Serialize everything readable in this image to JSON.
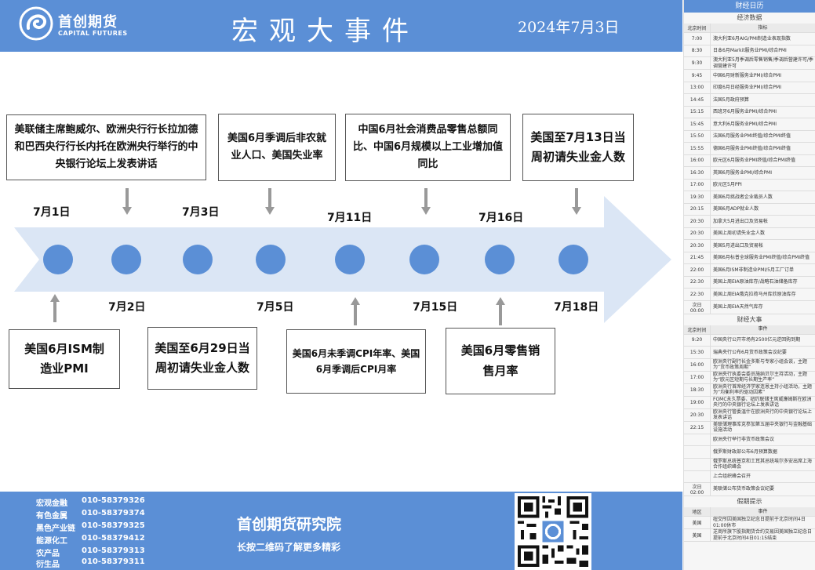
{
  "header": {
    "logo_cn": "首创期货",
    "logo_en": "CAPITAL FUTURES",
    "title": "宏观大事件",
    "date": "2024年7月3日"
  },
  "timeline": {
    "dates_top": [
      "7月1日",
      "7月3日",
      "7月11日",
      "7月16日"
    ],
    "dates_bottom": [
      "7月2日",
      "7月5日",
      "7月15日",
      "7月18日"
    ],
    "events_top": [
      "美联储主席鲍威尔、欧洲央行行长拉加德和巴西央行行长内托在欧洲央行举行的中央银行论坛上发表讲话",
      "美国6月季调后非农就业人口、美国失业率",
      "中国6月社会消费品零售总额同比、中国6月规模以上工业增加值同比",
      "美国至7月13日当周初请失业金人数"
    ],
    "events_bottom": [
      "美国6月ISM制造业PMI",
      "美国至6月29日当周初请失业金人数",
      "美国6月未季调CPI年率、美国6月季调后CPI月率",
      "美国6月零售销售月率"
    ]
  },
  "footer": {
    "contacts": [
      {
        "dept": "宏观金融",
        "phone": "010-58379326"
      },
      {
        "dept": "有色金属",
        "phone": "010-58379374"
      },
      {
        "dept": "黑色产业链",
        "phone": "010-58379325"
      },
      {
        "dept": "能源化工",
        "phone": "010-58379412"
      },
      {
        "dept": "农产品",
        "phone": "010-58379313"
      },
      {
        "dept": "衍生品",
        "phone": "010-58379311"
      }
    ],
    "institute": "首创期货研究院",
    "qr_hint": "长按二维码了解更多精彩"
  },
  "calendar": {
    "title": "财经日历",
    "econ_title": "经济数据",
    "col_time": "北京时间",
    "col_indicator": "指标",
    "econ": [
      {
        "time": "7:00",
        "item": "澳大利亚6月AIG/PMI制造业表现指数"
      },
      {
        "time": "8:30",
        "item": "日本6月Markit服务业PMI/综合PMI"
      },
      {
        "time": "9:30",
        "item": "澳大利亚5月季调后零售销售/季调后营建许可/季调营建许可"
      },
      {
        "time": "9:45",
        "item": "中国6月财新服务业PMI/综合PMI"
      },
      {
        "time": "13:00",
        "item": "印度6月日经服务业PMI/综合PMI"
      },
      {
        "time": "14:45",
        "item": "法国5月政府预算"
      },
      {
        "time": "15:15",
        "item": "西班牙6月服务业PMI/综合PMI"
      },
      {
        "time": "15:45",
        "item": "意大利6月服务业PMI/综合PMI"
      },
      {
        "time": "15:50",
        "item": "法国6月服务业PMI终值/综合PMI终值"
      },
      {
        "time": "15:55",
        "item": "德国6月服务业PMI终值/综合PMI终值"
      },
      {
        "time": "16:00",
        "item": "欧元区6月服务业PMI终值/综合PMI终值"
      },
      {
        "time": "16:30",
        "item": "英国6月服务业PMI/综合PMI"
      },
      {
        "time": "17:00",
        "item": "欧元区5月PPI"
      },
      {
        "time": "19:30",
        "item": "美国6月挑战者企业裁员人数"
      },
      {
        "time": "20:15",
        "item": "美国6月ADP就业人数"
      },
      {
        "time": "20:30",
        "item": "加拿大5月进出口及贸易帐"
      },
      {
        "time": "20:30",
        "item": "美国上周初请失业金人数"
      },
      {
        "time": "20:30",
        "item": "美国5月进出口及贸易帐"
      },
      {
        "time": "21:45",
        "item": "美国6月标普全球服务业PMI终值/综合PMI终值"
      },
      {
        "time": "22:00",
        "item": "美国6月ISM非制造业PMI/5月工厂订单"
      },
      {
        "time": "22:30",
        "item": "美国上周EIA原油库存/战略石油储备库存"
      },
      {
        "time": "22:30",
        "item": "美国上周EIA俄克拉荷马州库欣原油库存"
      },
      {
        "time": "次日\n00:00",
        "item": "美国上周EIA天然气库存"
      }
    ],
    "fin_title": "财经大事",
    "col_event": "事件",
    "fin": [
      {
        "time": "9:20",
        "item": "中国央行公开市场有2500亿元逆回购到期"
      },
      {
        "time": "15:30",
        "item": "瑞典央行公布6月货币政策会议纪要"
      },
      {
        "time": "16:00",
        "item": "欧洲央行副行长金多斯与专家小组会谈，主题为“货币政策周期”"
      },
      {
        "time": "17:00",
        "item": "欧洲央行执委会委员施纳贝尔主持活动，主题为“欧元区短期与长期生产率”"
      },
      {
        "time": "18:30",
        "item": "欧洲央行首席经济学家连恩主持小组活动，主题为“均衡利率的驱动因素”"
      },
      {
        "time": "19:00",
        "item": "FOMC永久票委、纽约联储主席威廉姆斯在欧洲央行的中央银行论坛上发表讲话"
      },
      {
        "time": "20:30",
        "item": "欧洲央行管委温什在欧洲央行的中央银行论坛上发表讲话"
      },
      {
        "time": "22:15",
        "item": "美联储理事库克参加第五届中央银行与金融基础设施活动"
      },
      {
        "time": "",
        "item": "欧洲央行举行非货币政策会议"
      },
      {
        "time": "",
        "item": "俄罗斯财政部公布6月预算数据"
      },
      {
        "time": "",
        "item": "俄罗斯总统普京和土耳其总统埃尔多安出席上海合作组织峰会"
      },
      {
        "time": "",
        "item": "上合组织峰会召开"
      },
      {
        "time": "次日\n02:00",
        "item": "美联储公布货币政策会议纪要"
      }
    ],
    "holiday_title": "假期提示",
    "col_region": "地区",
    "holidays": [
      {
        "time": "美国",
        "item": "纽交所因美国独立纪念日提前于北京时间4日01:00休市"
      },
      {
        "time": "美国",
        "item": "芝商所旗下股指期货合约交易因美国独立纪念日提前于北京时间4日01:15结束"
      }
    ]
  }
}
